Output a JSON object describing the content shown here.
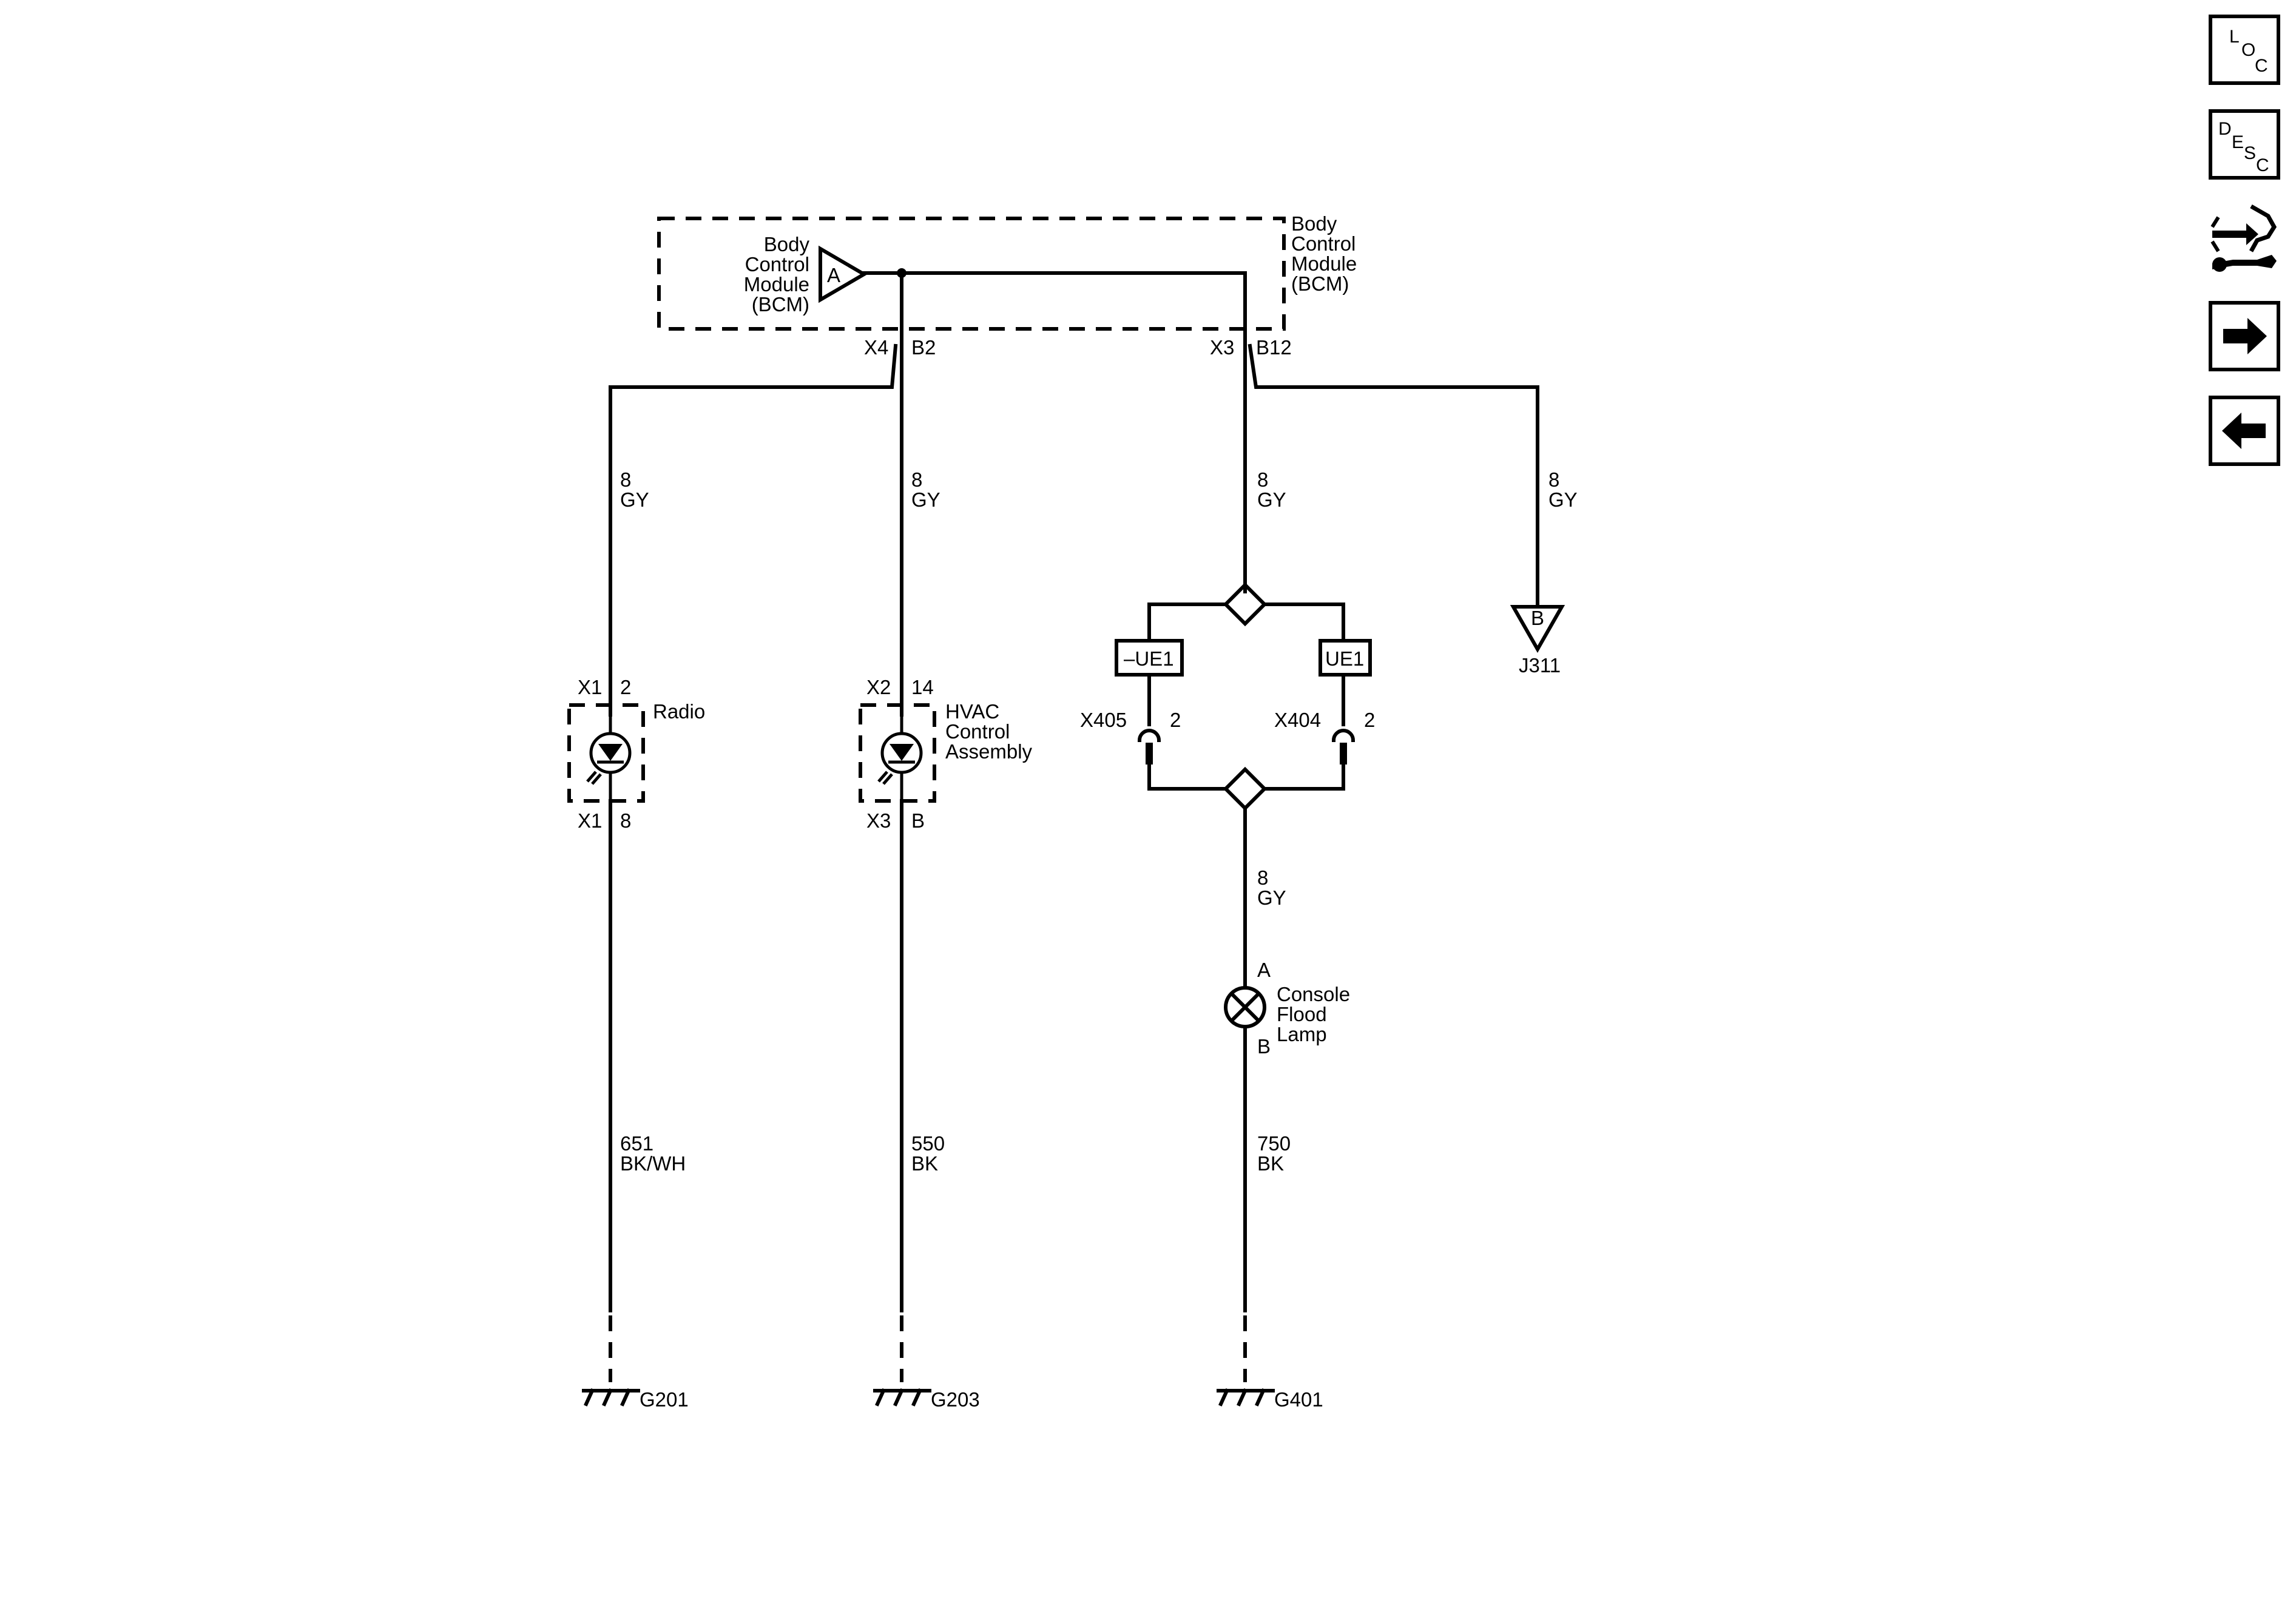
{
  "bcm": {
    "name_left": [
      "Body",
      "Control",
      "Module",
      "(BCM)"
    ],
    "name_right": [
      "Body",
      "Control",
      "Module",
      "(BCM)"
    ],
    "ref": "A"
  },
  "pins": {
    "x4": "X4",
    "b2": "B2",
    "x3": "X3",
    "b12": "B12"
  },
  "wires": {
    "w1": [
      "8",
      "GY"
    ],
    "w2": [
      "8",
      "GY"
    ],
    "w3": [
      "8",
      "GY"
    ],
    "w4": [
      "8",
      "GY"
    ],
    "w5": [
      "8",
      "GY"
    ],
    "g1": [
      "651",
      "BK/WH"
    ],
    "g2": [
      "550",
      "BK"
    ],
    "g3": [
      "750",
      "BK"
    ]
  },
  "radio": {
    "label": "Radio",
    "top_conn": "X1",
    "top_pin": "2",
    "bot_conn": "X1",
    "bot_pin": "8"
  },
  "hvac": {
    "label": [
      "HVAC",
      "Control",
      "Assembly"
    ],
    "top_conn": "X2",
    "top_pin": "14",
    "bot_conn": "X3",
    "bot_pin": "B"
  },
  "options": {
    "left": "–UE1",
    "right": "UE1"
  },
  "inline": {
    "left": "X405",
    "left_pin": "2",
    "right": "X404",
    "right_pin": "2"
  },
  "lamp": {
    "label": [
      "Console",
      "Flood",
      "Lamp"
    ],
    "pin_a": "A",
    "pin_b": "B"
  },
  "offpage": {
    "ref": "B",
    "dest": "J311"
  },
  "grounds": [
    "G201",
    "G203",
    "G401"
  ],
  "nav": {
    "loc": [
      "L",
      "O",
      "C"
    ],
    "desc": [
      "D",
      "E",
      "S",
      "C"
    ]
  }
}
